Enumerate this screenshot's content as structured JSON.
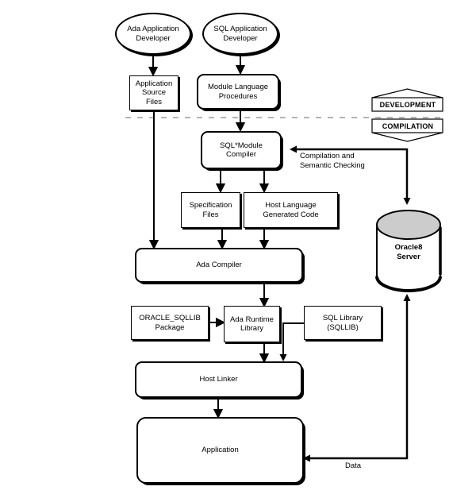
{
  "nodes": {
    "ada_developer": "Ada Application\nDeveloper",
    "sql_developer": "SQL Application\nDeveloper",
    "app_source_files": "Application\nSource\nFiles",
    "module_lang_procedures": "Module Language\nProcedures",
    "sql_module_compiler": "SQL*Module\nCompiler",
    "spec_files": "Specification\nFiles",
    "host_lang_generated_code": "Host Language\nGenerated Code",
    "ada_compiler": "Ada Compiler",
    "oracle_sqllib_package": "ORACLE_SQLLIB\nPackage",
    "ada_runtime_library": "Ada Runtime\nLibrary",
    "sql_library": "SQL Library\n(SQLLIB)",
    "host_linker": "Host Linker",
    "application": "Application",
    "oracle8_server": "Oracle8\nServer"
  },
  "phases": {
    "development": "DEVELOPMENT",
    "compilation": "COMPILATION"
  },
  "edge_labels": {
    "compilation_semantic": "Compilation and\nSemantic Checking",
    "data": "Data"
  },
  "colors": {
    "line": "#000000",
    "divider": "#b3b3b3",
    "cylinder_top": "#cccccc",
    "background": "#ffffff"
  }
}
